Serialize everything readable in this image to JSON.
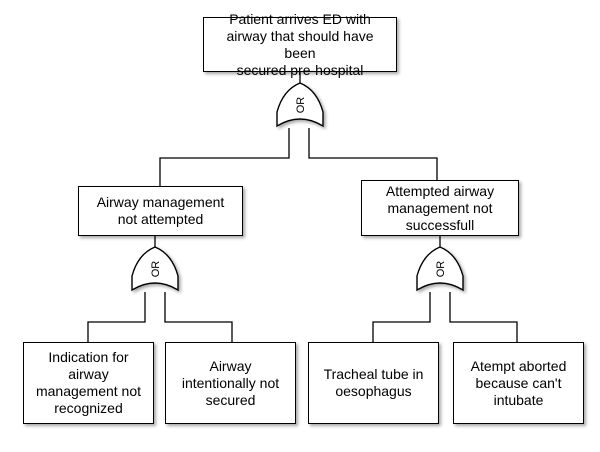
{
  "events": {
    "top": "Patient arrives ED with\nairway that should have been\nsecured pre-hospital",
    "left": "Airway management\nnot attempted",
    "right": "Attempted airway\nmanagement not\nsuccessfull",
    "ll": "Indication for\nairway\nmanagement not\nrecognized",
    "lr": "Airway\nintentionally not\nsecured",
    "rl": "Tracheal tube in\noesophagus",
    "rr": "Atempt aborted\nbecause can't\nintubate"
  },
  "gates": {
    "top": "OR",
    "left": "OR",
    "right": "OR"
  }
}
